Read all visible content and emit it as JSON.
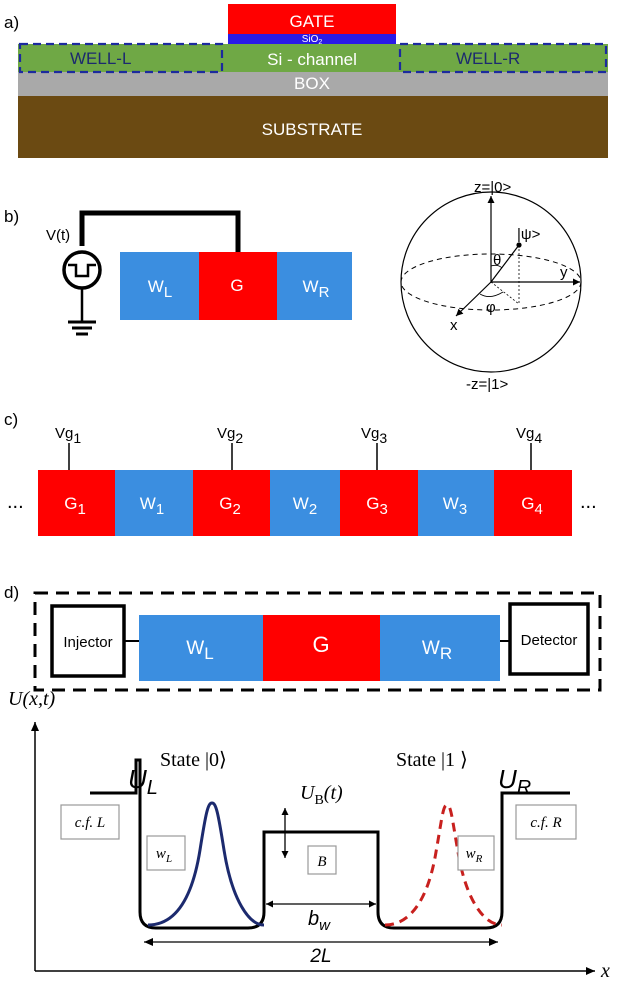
{
  "panels": {
    "a": {
      "label": "a)",
      "gate": "GATE",
      "oxide": "SiO",
      "oxide_sub": "2",
      "well_left": "WELL-L",
      "channel": "Si - channel",
      "well_right": "WELL-R",
      "box": "BOX",
      "substrate": "SUBSTRATE"
    },
    "b": {
      "label": "b)",
      "source": "V(t)",
      "wl_main": "W",
      "wl_sub": "L",
      "gate": "G",
      "wr_main": "W",
      "wr_sub": "R",
      "bloch": {
        "top": "z=|0>",
        "bottom": "-z=|1>",
        "psi": "|ψ>",
        "theta": "θ",
        "phi": "φ",
        "x": "x",
        "y": "y"
      }
    },
    "c": {
      "label": "c)",
      "ellipsis": "...",
      "gates": [
        {
          "main": "G",
          "sub": "1",
          "vg": "Vg",
          "vg_sub": "1"
        },
        {
          "main": "G",
          "sub": "2",
          "vg": "Vg",
          "vg_sub": "2"
        },
        {
          "main": "G",
          "sub": "3",
          "vg": "Vg",
          "vg_sub": "3"
        },
        {
          "main": "G",
          "sub": "4",
          "vg": "Vg",
          "vg_sub": "4"
        }
      ],
      "wells": [
        {
          "main": "W",
          "sub": "1"
        },
        {
          "main": "W",
          "sub": "2"
        },
        {
          "main": "W",
          "sub": "3"
        }
      ]
    },
    "d": {
      "label": "d)",
      "injector": "Injector",
      "detector": "Detector",
      "wl_main": "W",
      "wl_sub": "L",
      "gate": "G",
      "wr_main": "W",
      "wr_sub": "R"
    },
    "potential": {
      "y_axis": "U(x,t)",
      "x_axis": "x",
      "state0": "State |0⟩",
      "state1": "State |1 ⟩",
      "ul_main": "U",
      "ul_sub": "L",
      "ur_main": "U",
      "ur_sub": "R",
      "ub": "U",
      "ub_sub": "B",
      "ub_t": "(t)",
      "cfl": "c.f. L",
      "cfr": "c.f. R",
      "wl_main": "w",
      "wl_sub": "L",
      "wr_main": "w",
      "wr_sub": "R",
      "barrier": "B",
      "bw_main": "b",
      "bw_sub": "w",
      "span": "2L"
    }
  },
  "colors": {
    "gate_red": "#ff0000",
    "well_blue": "#3b8ee0",
    "oxide_blue": "#2a1ae6",
    "silicon_green": "#6fa845",
    "box_grey": "#a9a9a9",
    "substrate_brown": "#6b4a12",
    "navy": "#1c2a6e",
    "dashed_red": "#c8201e"
  }
}
